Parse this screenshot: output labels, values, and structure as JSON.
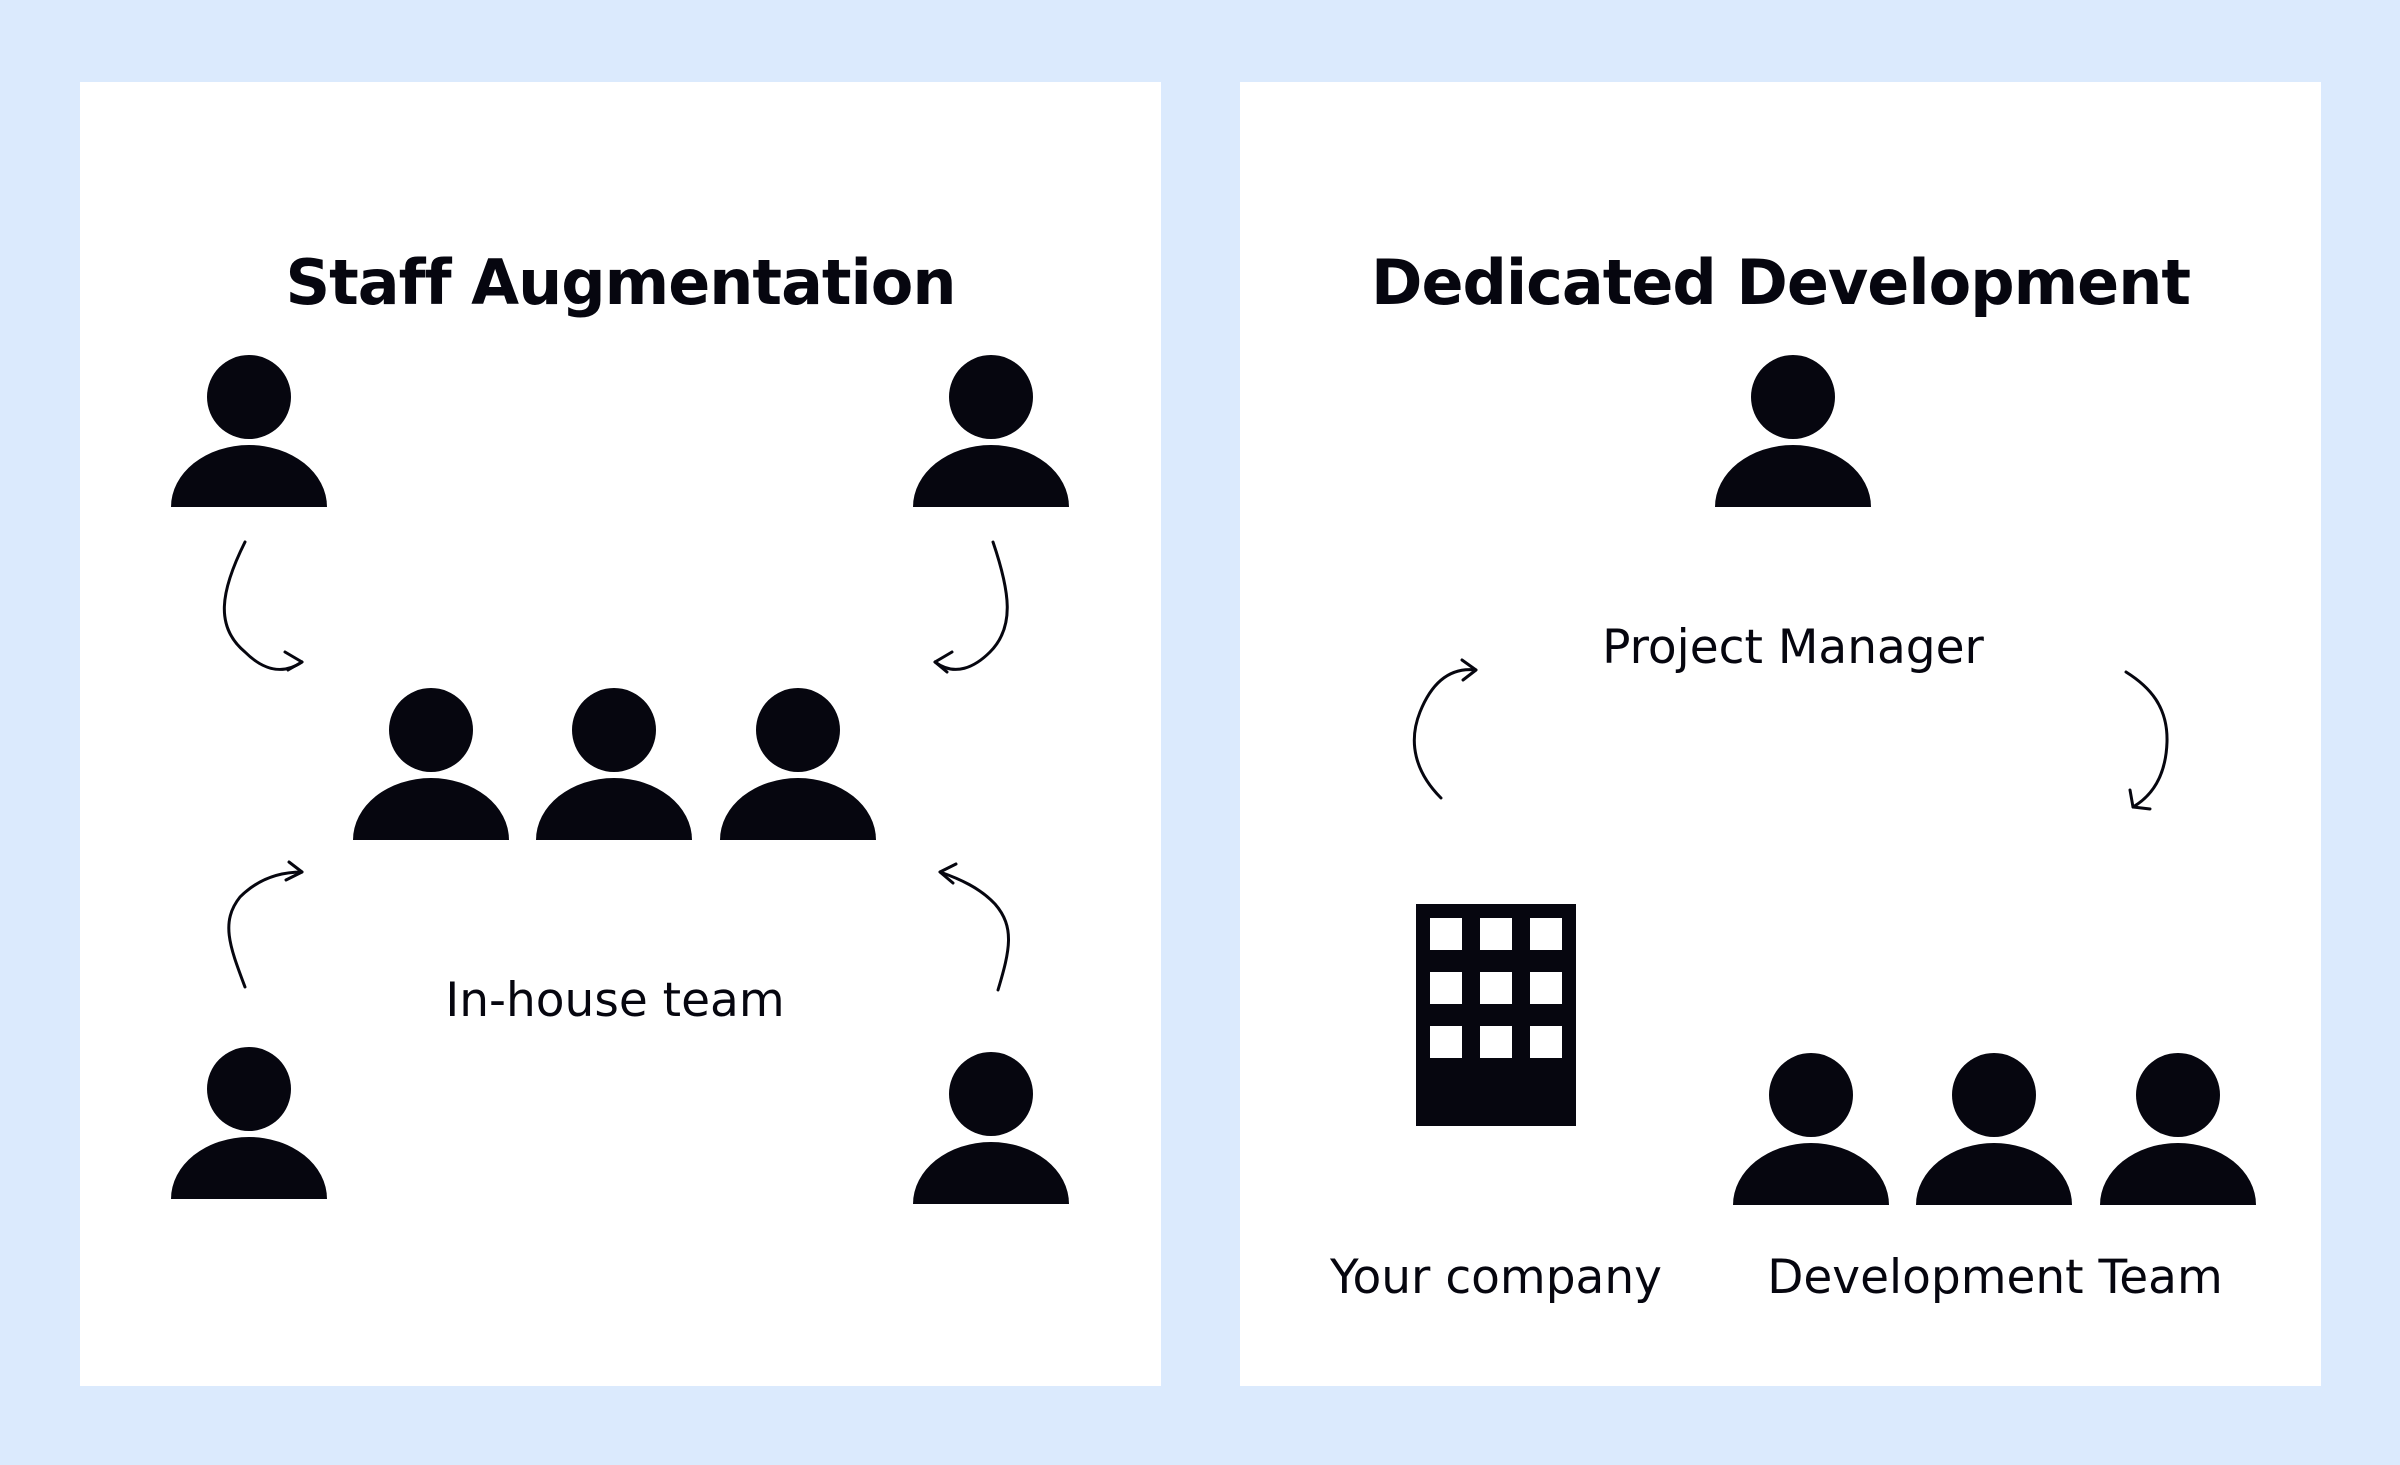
{
  "colors": {
    "background": "#dbeafd",
    "panel": "#ffffff",
    "ink": "#06060f"
  },
  "staff_augmentation": {
    "title": "Staff Augmentation",
    "center_label": "In-house team",
    "icons": [
      "person-icon",
      "arrow-icon",
      "group-icon"
    ]
  },
  "dedicated_development": {
    "title": "Dedicated Development",
    "project_manager_label": "Project Manager",
    "company_label": "Your company",
    "team_label": "Development Team",
    "icons": [
      "person-icon",
      "arrow-icon",
      "building-icon",
      "group-icon"
    ]
  }
}
